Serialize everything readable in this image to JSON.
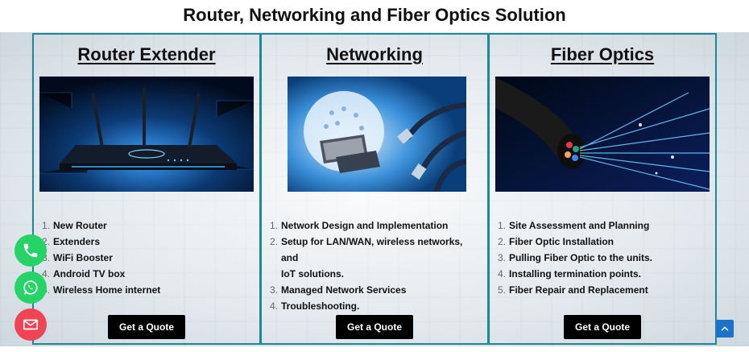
{
  "page": {
    "title": "Router, Networking and Fiber Optics Solution"
  },
  "cards": [
    {
      "title": "Router Extender",
      "items": [
        "New Router",
        "Extenders",
        "WiFi Booster",
        "Android TV box",
        "Wireless Home internet"
      ],
      "button": "Get a Quote"
    },
    {
      "title": "Networking",
      "items": [
        "Network Design and Implementation",
        "Setup for LAN/WAN, wireless networks, and",
        "IoT solutions.",
        "Managed Network Services",
        "Troubleshooting."
      ],
      "button": "Get a Quote"
    },
    {
      "title": "Fiber Optics",
      "items": [
        "Site Assessment and Planning",
        "Fiber Optic Installation",
        "Pulling Fiber Optic to the units.",
        "Installing termination points.",
        "Fiber Repair and Replacement"
      ],
      "button": "Get a Quote"
    }
  ],
  "numbers": [
    "1.",
    "2.",
    "3.",
    "4.",
    "5."
  ],
  "colors": {
    "card_border": "#1c8a95",
    "phone": "#25d366",
    "whatsapp": "#25d366",
    "email": "#ef4356",
    "scroll_top": "#1a73c9"
  },
  "icons": {
    "phone": "phone-icon",
    "whatsapp": "whatsapp-icon",
    "email": "email-icon",
    "scroll_top": "chevron-up-icon"
  }
}
